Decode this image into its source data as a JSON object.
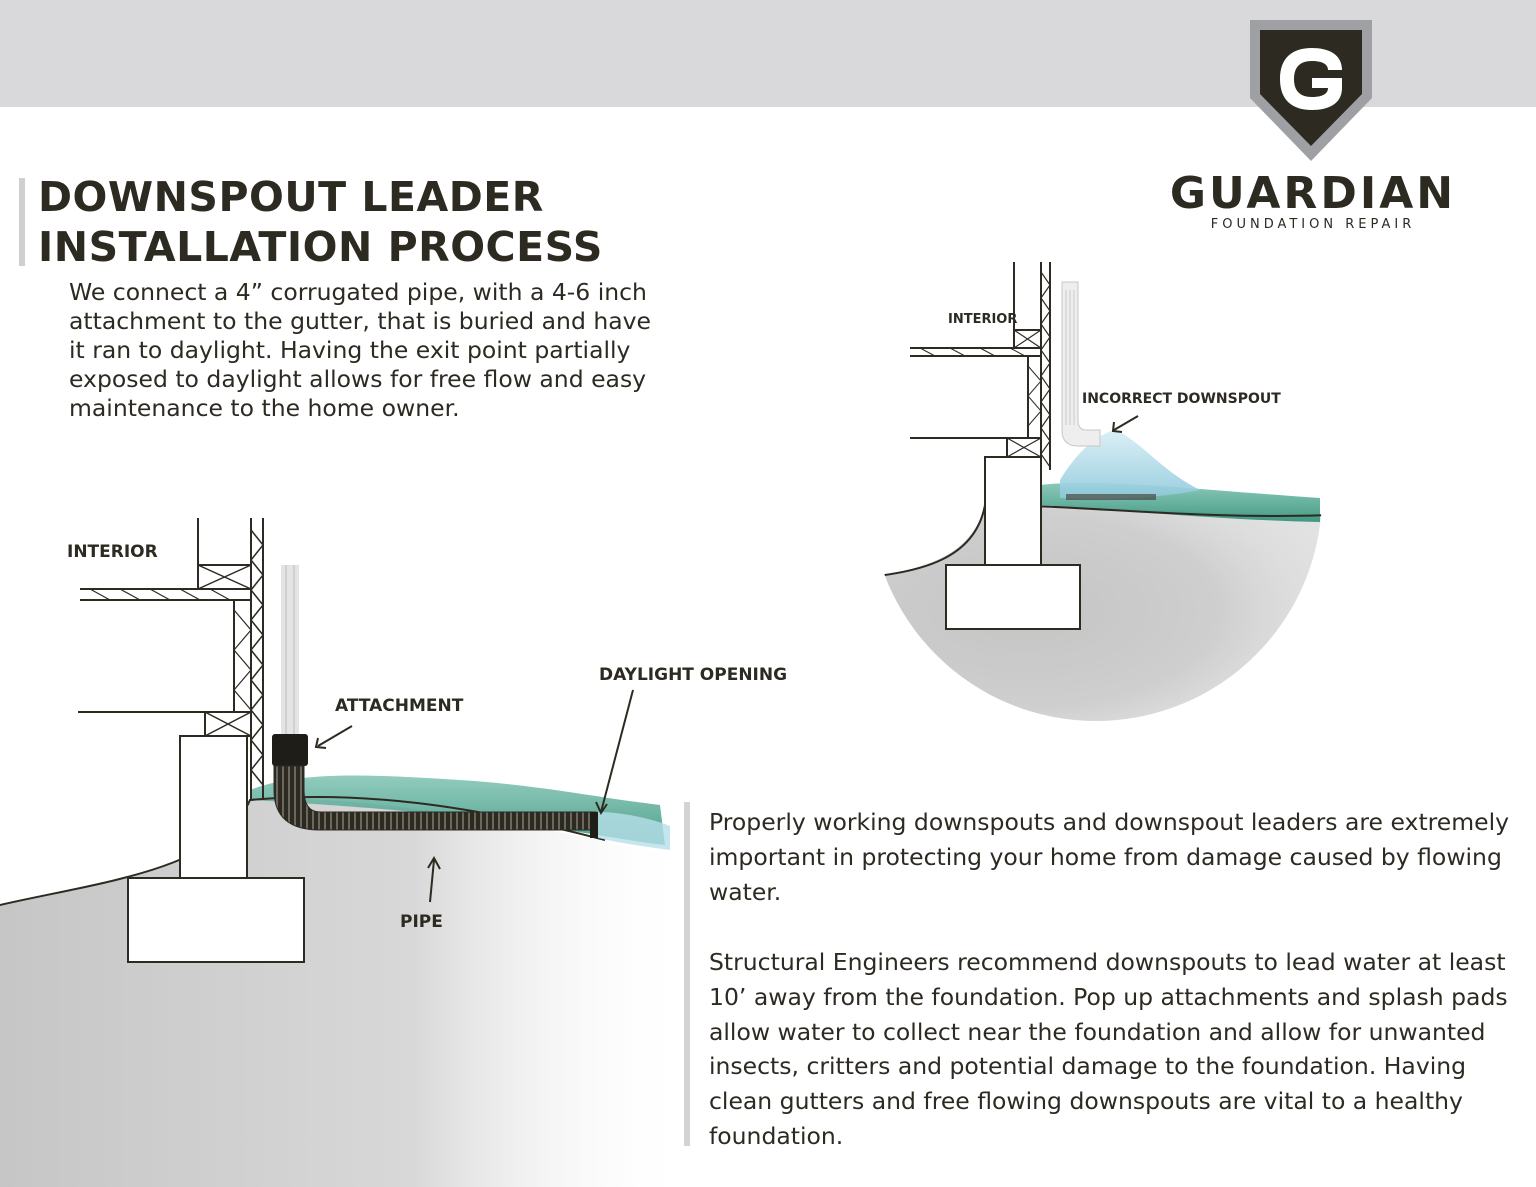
{
  "title": {
    "line1": "DOWNSPOUT LEADER",
    "line2": "INSTALLATION PROCESS"
  },
  "intro": "We connect a 4” corrugated pipe, with a 4-6 inch attachment to the gutter, that is buried and have it ran to daylight. Having the exit point partially exposed to daylight allows for free flow and easy maintenance to the home owner.",
  "logo": {
    "brand": "GUARDIAN",
    "subtitle": "FOUNDATION REPAIR",
    "mark": "G",
    "icon": "shield-g-icon"
  },
  "correct_diagram": {
    "interior": "INTERIOR",
    "attachment": "ATTACHMENT",
    "daylight_opening": "DAYLIGHT OPENING",
    "pipe": "PIPE"
  },
  "incorrect_diagram": {
    "interior": "INTERIOR",
    "incorrect_downspout": "INCORRECT DOWNSPOUT"
  },
  "body": {
    "paragraph1": "Properly working downspouts and downspout leaders are extremely important in protecting your home from damage caused by flowing water.",
    "paragraph2": "Structural Engineers recommend downspouts to lead water at least 10’ away from the foundation. Pop up attachments and splash pads allow water to collect near the foundation and allow for unwanted insects, critters and potential damage to the foundation. Having clean gutters and free flowing downspouts are vital to a healthy foundation."
  },
  "colors": {
    "dark": "#2d2a22",
    "top_bar": "#d9d9db",
    "grass": "#3b9e86",
    "water": "#a8d4e2",
    "soil": "#c9c9c9"
  }
}
